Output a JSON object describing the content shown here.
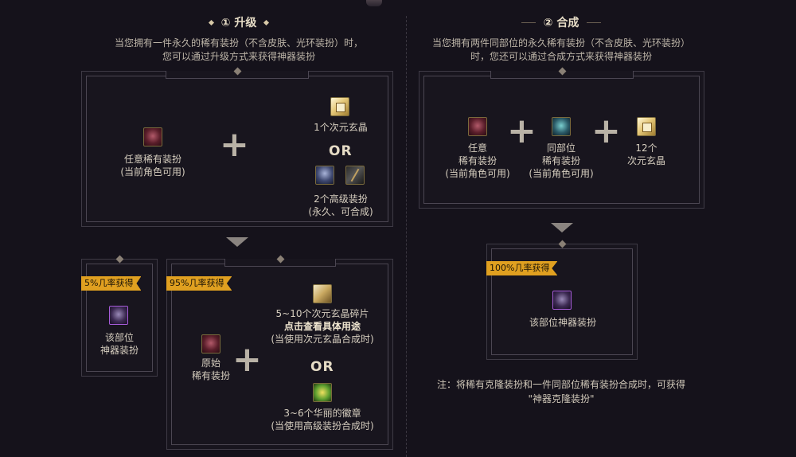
{
  "upgrade": {
    "title": "① 升级",
    "desc_line1": "当您拥有一件永久的稀有装扮（不含皮肤、光环装扮）时，",
    "desc_line2": "您可以通过升级方式来获得神器装扮",
    "input_item_line1": "任意稀有装扮",
    "input_item_line2": "(当前角色可用)",
    "option1_label": "1个次元玄晶",
    "or_label": "OR",
    "option2_line1": "2个高级装扮",
    "option2_line2": "(永久、可合成)",
    "result_a": {
      "tag": "5%几率获得",
      "line1": "该部位",
      "line2": "神器装扮"
    },
    "result_b": {
      "tag": "95%几率获得",
      "left_line1": "原始",
      "left_line2": "稀有装扮",
      "opt1_line1": "5~10个次元玄晶碎片",
      "opt1_link": "点击查看具体用途",
      "opt1_line3": "(当使用次元玄晶合成时)",
      "or_label": "OR",
      "opt2_line1": "3~6个华丽的徽章",
      "opt2_line2": "(当使用高级装扮合成时)"
    }
  },
  "compose": {
    "title": "② 合成",
    "desc_line1": "当您拥有两件同部位的永久稀有装扮（不含皮肤、光环装扮）",
    "desc_line2": "时，您还可以通过合成方式来获得神器装扮",
    "item1_line1": "任意",
    "item1_line2": "稀有装扮",
    "item1_line3": "(当前角色可用)",
    "item2_line1": "同部位",
    "item2_line2": "稀有装扮",
    "item2_line3": "(当前角色可用)",
    "item3_line1": "12个",
    "item3_line2": "次元玄晶",
    "result": {
      "tag": "100%几率获得",
      "label": "该部位神器装扮"
    },
    "note_line1": "注：将稀有克隆装扮和一件同部位稀有装扮合成时，可获得",
    "note_line2": "\"神器克隆装扮\""
  },
  "icons": {
    "rare_costume": "rare-costume-icon",
    "dimension_crystal": "dimension-crystal-icon",
    "advanced_costume": "advanced-costume-icon",
    "artifact_costume": "artifact-costume-icon",
    "crystal_shard": "crystal-shard-icon",
    "badge": "gorgeous-badge-icon"
  },
  "colors": {
    "background": "#15121b",
    "tag": "#e0a020",
    "text": "#cfc7b8"
  }
}
